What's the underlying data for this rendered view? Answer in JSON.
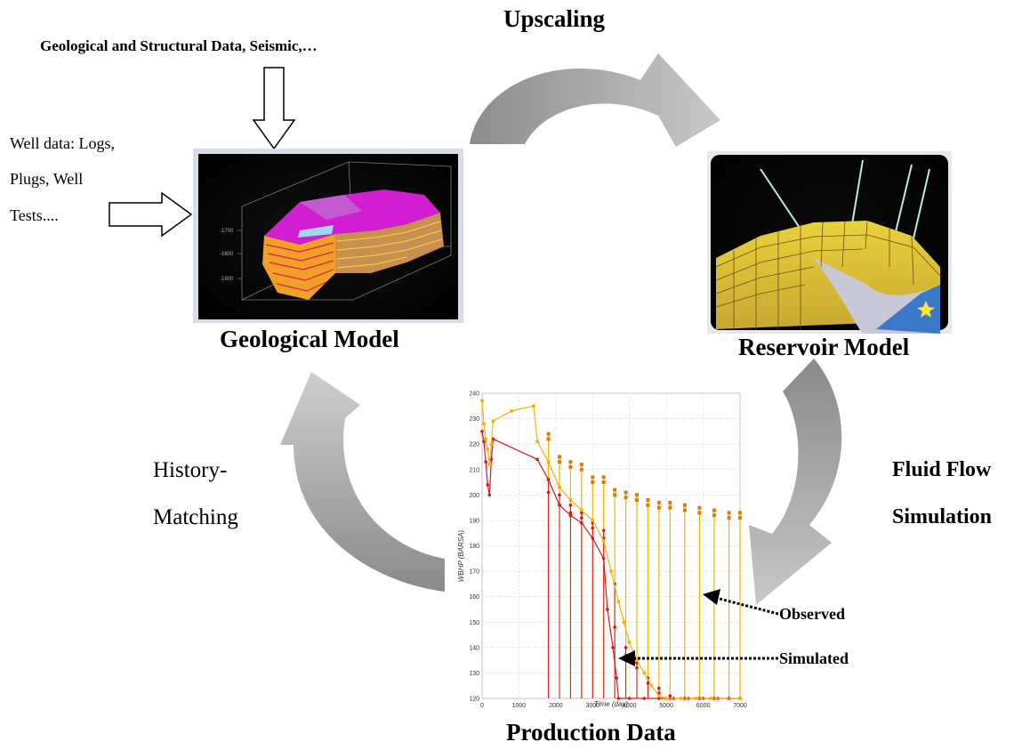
{
  "labels": {
    "upscaling": "Upscaling",
    "geo_data": "Geological and Structural Data, Seismic,…",
    "well_data": [
      "Well data:   Logs,",
      "Plugs, Well",
      "Tests...."
    ],
    "geological_model": "Geological Model",
    "reservoir_model": "Reservoir Model",
    "fluid_flow": [
      "Fluid Flow",
      "Simulation"
    ],
    "history_matching": [
      "History-",
      "Matching"
    ],
    "production_data": "Production Data",
    "observed": "Observed",
    "simulated": "Simulated"
  },
  "geo_image": {
    "tick_labels": [
      "-1700",
      "-1800",
      "-1900"
    ]
  },
  "colors": {
    "arrow_dark": "#8c8c8c",
    "arrow_light": "#c4c4c4",
    "simulated": "#e0141e",
    "observed": "#f5b400",
    "geo_magenta": "#d21ed2",
    "geo_layer": "#f0a028"
  },
  "chart_data": {
    "type": "line",
    "xlabel": "Time (day)",
    "ylabel": "WBHP (BARSA)",
    "xlim": [
      0,
      7000
    ],
    "ylim": [
      120,
      240
    ],
    "xticks": [
      "0",
      "1000",
      "2000",
      "3000",
      "4000",
      "5000",
      "6000",
      "7000"
    ],
    "yticks": [
      "120",
      "130",
      "140",
      "150",
      "160",
      "170",
      "180",
      "190",
      "200",
      "210",
      "220",
      "230",
      "240"
    ],
    "grid": true,
    "series": [
      {
        "name": "Simulated",
        "color": "#e0141e",
        "points": [
          [
            0,
            225
          ],
          [
            50,
            221
          ],
          [
            100,
            213
          ],
          [
            150,
            204
          ],
          [
            200,
            200
          ],
          [
            250,
            214
          ],
          [
            300,
            222
          ],
          [
            1500,
            214
          ],
          [
            1800,
            206
          ],
          [
            2100,
            196
          ],
          [
            2400,
            192
          ],
          [
            2700,
            189
          ],
          [
            3000,
            183
          ],
          [
            3300,
            175
          ],
          [
            3400,
            155
          ],
          [
            3550,
            140
          ],
          [
            3650,
            128
          ],
          [
            3700,
            120
          ],
          [
            4000,
            120
          ],
          [
            4400,
            120
          ],
          [
            4800,
            120
          ],
          [
            5200,
            120
          ],
          [
            5600,
            120
          ],
          [
            6000,
            120
          ],
          [
            6400,
            120
          ],
          [
            7000,
            120
          ]
        ]
      },
      {
        "name": "Observed",
        "color": "#f5b400",
        "points": [
          [
            0,
            237
          ],
          [
            50,
            228
          ],
          [
            100,
            222
          ],
          [
            150,
            218
          ],
          [
            200,
            212
          ],
          [
            250,
            220
          ],
          [
            300,
            229
          ],
          [
            800,
            233
          ],
          [
            1400,
            235
          ],
          [
            1500,
            221
          ],
          [
            1800,
            213
          ],
          [
            2100,
            203
          ],
          [
            2400,
            198
          ],
          [
            2700,
            194
          ],
          [
            3000,
            190
          ],
          [
            3300,
            182
          ],
          [
            3500,
            170
          ],
          [
            3700,
            158
          ],
          [
            3850,
            150
          ],
          [
            4000,
            142
          ],
          [
            4200,
            135
          ],
          [
            4400,
            130
          ],
          [
            4600,
            125
          ],
          [
            4800,
            121
          ],
          [
            5000,
            120
          ],
          [
            5400,
            120
          ],
          [
            5800,
            120
          ],
          [
            6200,
            120
          ],
          [
            7000,
            120
          ]
        ]
      }
    ],
    "spikes": [
      {
        "x": 1800,
        "obs": [
          224,
          222
        ],
        "sim": [
          206,
          201
        ]
      },
      {
        "x": 2100,
        "obs": [
          215,
          213
        ],
        "sim": [
          200,
          196
        ]
      },
      {
        "x": 2400,
        "obs": [
          213,
          211
        ],
        "sim": [
          196,
          193
        ]
      },
      {
        "x": 2700,
        "obs": [
          212,
          210
        ],
        "sim": [
          193,
          191
        ]
      },
      {
        "x": 3000,
        "obs": [
          207,
          205
        ],
        "sim": [
          189,
          187
        ]
      },
      {
        "x": 3300,
        "obs": [
          207,
          205
        ],
        "sim": [
          186,
          183
        ]
      },
      {
        "x": 3600,
        "obs": [
          202,
          200
        ],
        "sim": [
          165,
          148
        ]
      },
      {
        "x": 3900,
        "obs": [
          201,
          199
        ],
        "sim": [
          140,
          137
        ]
      },
      {
        "x": 4200,
        "obs": [
          200,
          198
        ],
        "sim": [
          134,
          132
        ]
      },
      {
        "x": 4500,
        "obs": [
          198,
          196
        ],
        "sim": [
          128,
          126
        ]
      },
      {
        "x": 4800,
        "obs": [
          197,
          195
        ],
        "sim": [
          124,
          122
        ]
      },
      {
        "x": 5100,
        "obs": [
          197,
          195
        ],
        "sim": [
          121,
          120
        ]
      },
      {
        "x": 5500,
        "obs": [
          196,
          194
        ],
        "sim": [
          120,
          120
        ]
      },
      {
        "x": 5900,
        "obs": [
          195,
          193
        ],
        "sim": [
          120,
          120
        ]
      },
      {
        "x": 6300,
        "obs": [
          194,
          192
        ],
        "sim": [
          120,
          120
        ]
      },
      {
        "x": 6700,
        "obs": [
          193,
          191
        ],
        "sim": [
          120,
          120
        ]
      },
      {
        "x": 7000,
        "obs": [
          193,
          191
        ],
        "sim": [
          120,
          120
        ]
      }
    ]
  }
}
